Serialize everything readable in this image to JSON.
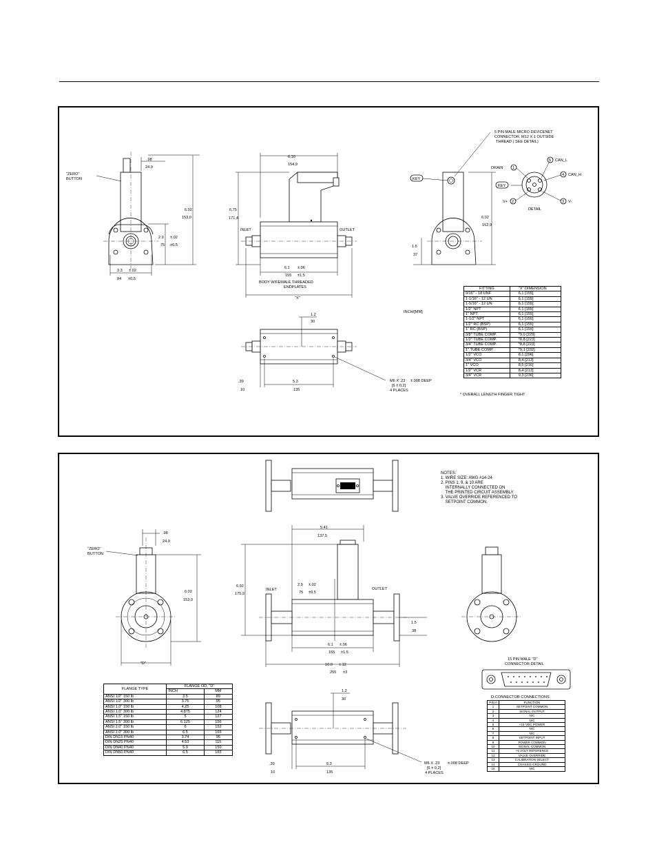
{
  "drawing1": {
    "zero_button": [
      "\"ZERO\"",
      "BUTTON"
    ],
    "dims": {
      "d_98": ".98",
      "d_249": "24.9",
      "d_602": "6.02",
      "d_1530": "153,0",
      "d_29": "2.9",
      "d_tol02": "±.02",
      "d_75": "75",
      "d_tol05": "±0,5",
      "d_33": "3.3",
      "d_84": "84",
      "d_610": "6,10",
      "d_1549": "154,9",
      "d_675": "6,75",
      "d_1714": "171,4",
      "d_61": "6.1",
      "d_tol06": "±.06",
      "d_155": "155",
      "d_tol15": "±1,5",
      "d_602b": "6,02",
      "d_1529": "152,9",
      "d_15": "1.5",
      "d_37": "37",
      "d_12": "1.2",
      "d_30": "30",
      "d_39": ".39",
      "d_10": "10",
      "d_53": "5.3",
      "d_135": "135"
    },
    "labels": {
      "inlet": "INLET",
      "outlet": "OUTLET",
      "body_note": [
        "BODY W/FEMALE THREADED",
        "ENDPLATES"
      ],
      "x_dim": "\"X\"",
      "connector_note": [
        "5 PIN MALE MICRO DEVICENET",
        "CONNECTOR, M12 X 1 OUTSIDE",
        "THREAD ( SEE DETAIL)"
      ],
      "key": "KEY",
      "drain": "DRAIN",
      "vplus": "V+",
      "vminus": "V-",
      "detail": "DETAIL",
      "can_l": "CAN_L",
      "can_h": "CAN_H",
      "pin1": "1",
      "pin2": "2",
      "pin3": "3",
      "pin4": "4",
      "pin5": "5",
      "units": "INCH/[MM]",
      "thread_note": [
        "M6 X .23",
        "[6     ± 0,2]",
        "4 PLACES"
      ],
      "thread_deep": "±.008 DEEP",
      "fitting_footnote": "* OVERALL LENGTH FINGER TIGHT"
    },
    "fitting_table": {
      "headers": [
        "FITTING",
        "\"X\" DIMENSION"
      ],
      "rows": [
        [
          "9/16\" - 18 UNF",
          "6,1 [155]"
        ],
        [
          "1-1/16\" - 12 UN",
          "6,1 [155]"
        ],
        [
          "1-5/16\" - 12 UN",
          "6,1 [155]"
        ],
        [
          "1/2\" NPT",
          "6,1 [155]"
        ],
        [
          "1\" NPT",
          "6,1 [155]"
        ],
        [
          "1-1/2\" NPT",
          "6,1 [155]"
        ],
        [
          "1/2\" RC (BSP)",
          "6,1 [155]"
        ],
        [
          "1\" RC (BSP)",
          "6,1 [155]"
        ],
        [
          "3/8\" TUBE COMP.",
          "*9,0 [229]"
        ],
        [
          "1/2\" TUBE COMP.",
          "*8,8 [223]"
        ],
        [
          "3/4\" TUBE COMP.",
          "*8,8 [223]"
        ],
        [
          "1\" TUBE COMP.",
          "*9,1 [232]"
        ],
        [
          "1/2\" VCO",
          "8,1 [206]"
        ],
        [
          "3/4\" VCO",
          "8,4 [213]"
        ],
        [
          "1\" VCO",
          "8,5 [216]"
        ],
        [
          "1/2\" VCR",
          "8,4 [213]"
        ],
        [
          "3/4\" VCR",
          "9,3 [236]"
        ]
      ]
    }
  },
  "drawing2": {
    "notes": "NOTES:\n1. WIRE SIZE: AWG #14-24\n2. PINS 1, 9, & 10 ARE\n    INTERNALLY CONNECTED ON\n    THE PRINTED CIRCUIT ASSEMBLY.\n3. VALVE OVERRIDE REFERENCED TO\n    SETPOINT COMMON.",
    "zero_button": [
      "\"ZERO\"",
      "BUTTON"
    ],
    "dims": {
      "d_98": ".98",
      "d_249": "24.9",
      "d_602": "6.02",
      "d_1530": "153,0",
      "d_541": "5.41",
      "d_1375": "137,5",
      "d_692": "6.92",
      "d_1759": "175,9",
      "d_29": "2.9",
      "d_tol02": "±.02",
      "d_75": "75",
      "d_tol05": "±0,5",
      "d_61": "6.1",
      "d_tol06": "±.06",
      "d_155": "155",
      "d_tol15": "±1.5",
      "d_15": "1.5",
      "d_38": "38",
      "d_100": "10.0",
      "d_tol12": "±.12",
      "d_255": "255",
      "d_tol3": "±3",
      "d_12": "1.2",
      "d_30": "30",
      "d_39": ".39",
      "d_10": "10",
      "d_53": "5.3",
      "d_135": "135"
    },
    "labels": {
      "inlet": "INLET",
      "outlet": "OUTLET",
      "d_dim": "\"D\"",
      "dconn_title": [
        "15 PIN MALE \"D\"",
        "CONNECTOR DETAIL"
      ],
      "dconn_connections": "D-CONNECTOR CONNECTIONS",
      "thread_note": [
        "M6 X .23",
        "[6     ± 0,2]",
        "4 PLACES"
      ],
      "thread_deep": "±.008 DEEP"
    },
    "flange_table": {
      "headers": [
        "FLANGE TYPE",
        "FLANGE OD, \"D\"",
        "INCH",
        "MM"
      ],
      "rows": [
        [
          "ANSI 1/2\" 150 lb",
          "3.5",
          "89"
        ],
        [
          "ANSI 1/2\" 300 lb",
          "3.75",
          "95"
        ],
        [
          "ANSI 1.0\" 150 lb",
          "4.25",
          "108"
        ],
        [
          "ANSI 1.0\" 300 lb",
          "4.875",
          "124"
        ],
        [
          "ANSI 1.5\" 150 lb",
          "5",
          "127"
        ],
        [
          "ANSI 1.5\" 300 lb",
          "6.125",
          "156"
        ],
        [
          "ANSI 2.0\" 150 lb",
          "6",
          "152"
        ],
        [
          "ANSI 2.0\" 300 lb",
          "6.5",
          "165"
        ],
        [
          "DIN DN15 PN40",
          "3.74",
          "95"
        ],
        [
          "DIN DN25 PN40",
          "4.53",
          "115"
        ],
        [
          "DIN DN40 PN40",
          "5.9",
          "150"
        ],
        [
          "DIN DN50 PN40",
          "6.5",
          "165"
        ]
      ]
    },
    "pin_table": {
      "headers": [
        "PIN #",
        "FUNCTION"
      ],
      "rows": [
        [
          "1",
          "SETPOINT COMMON"
        ],
        [
          "2",
          "SIGNAL OUTPUT"
        ],
        [
          "3",
          "N/C"
        ],
        [
          "4",
          "N/C"
        ],
        [
          "5",
          "+15 VDC POWER"
        ],
        [
          "6",
          "N/C"
        ],
        [
          "7",
          "N/C"
        ],
        [
          "8",
          "SETPOINT INPUT"
        ],
        [
          "9",
          "POWER COMMON"
        ],
        [
          "10",
          "SIGNAL COMMON"
        ],
        [
          "11",
          "+5 VOLT REFERENCE"
        ],
        [
          "12",
          "VALVE OVERRIDE"
        ],
        [
          "13",
          "CALIBRATION SELECT"
        ],
        [
          "14",
          "CHASSIS GROUND"
        ],
        [
          "15",
          "N/C"
        ]
      ]
    }
  }
}
